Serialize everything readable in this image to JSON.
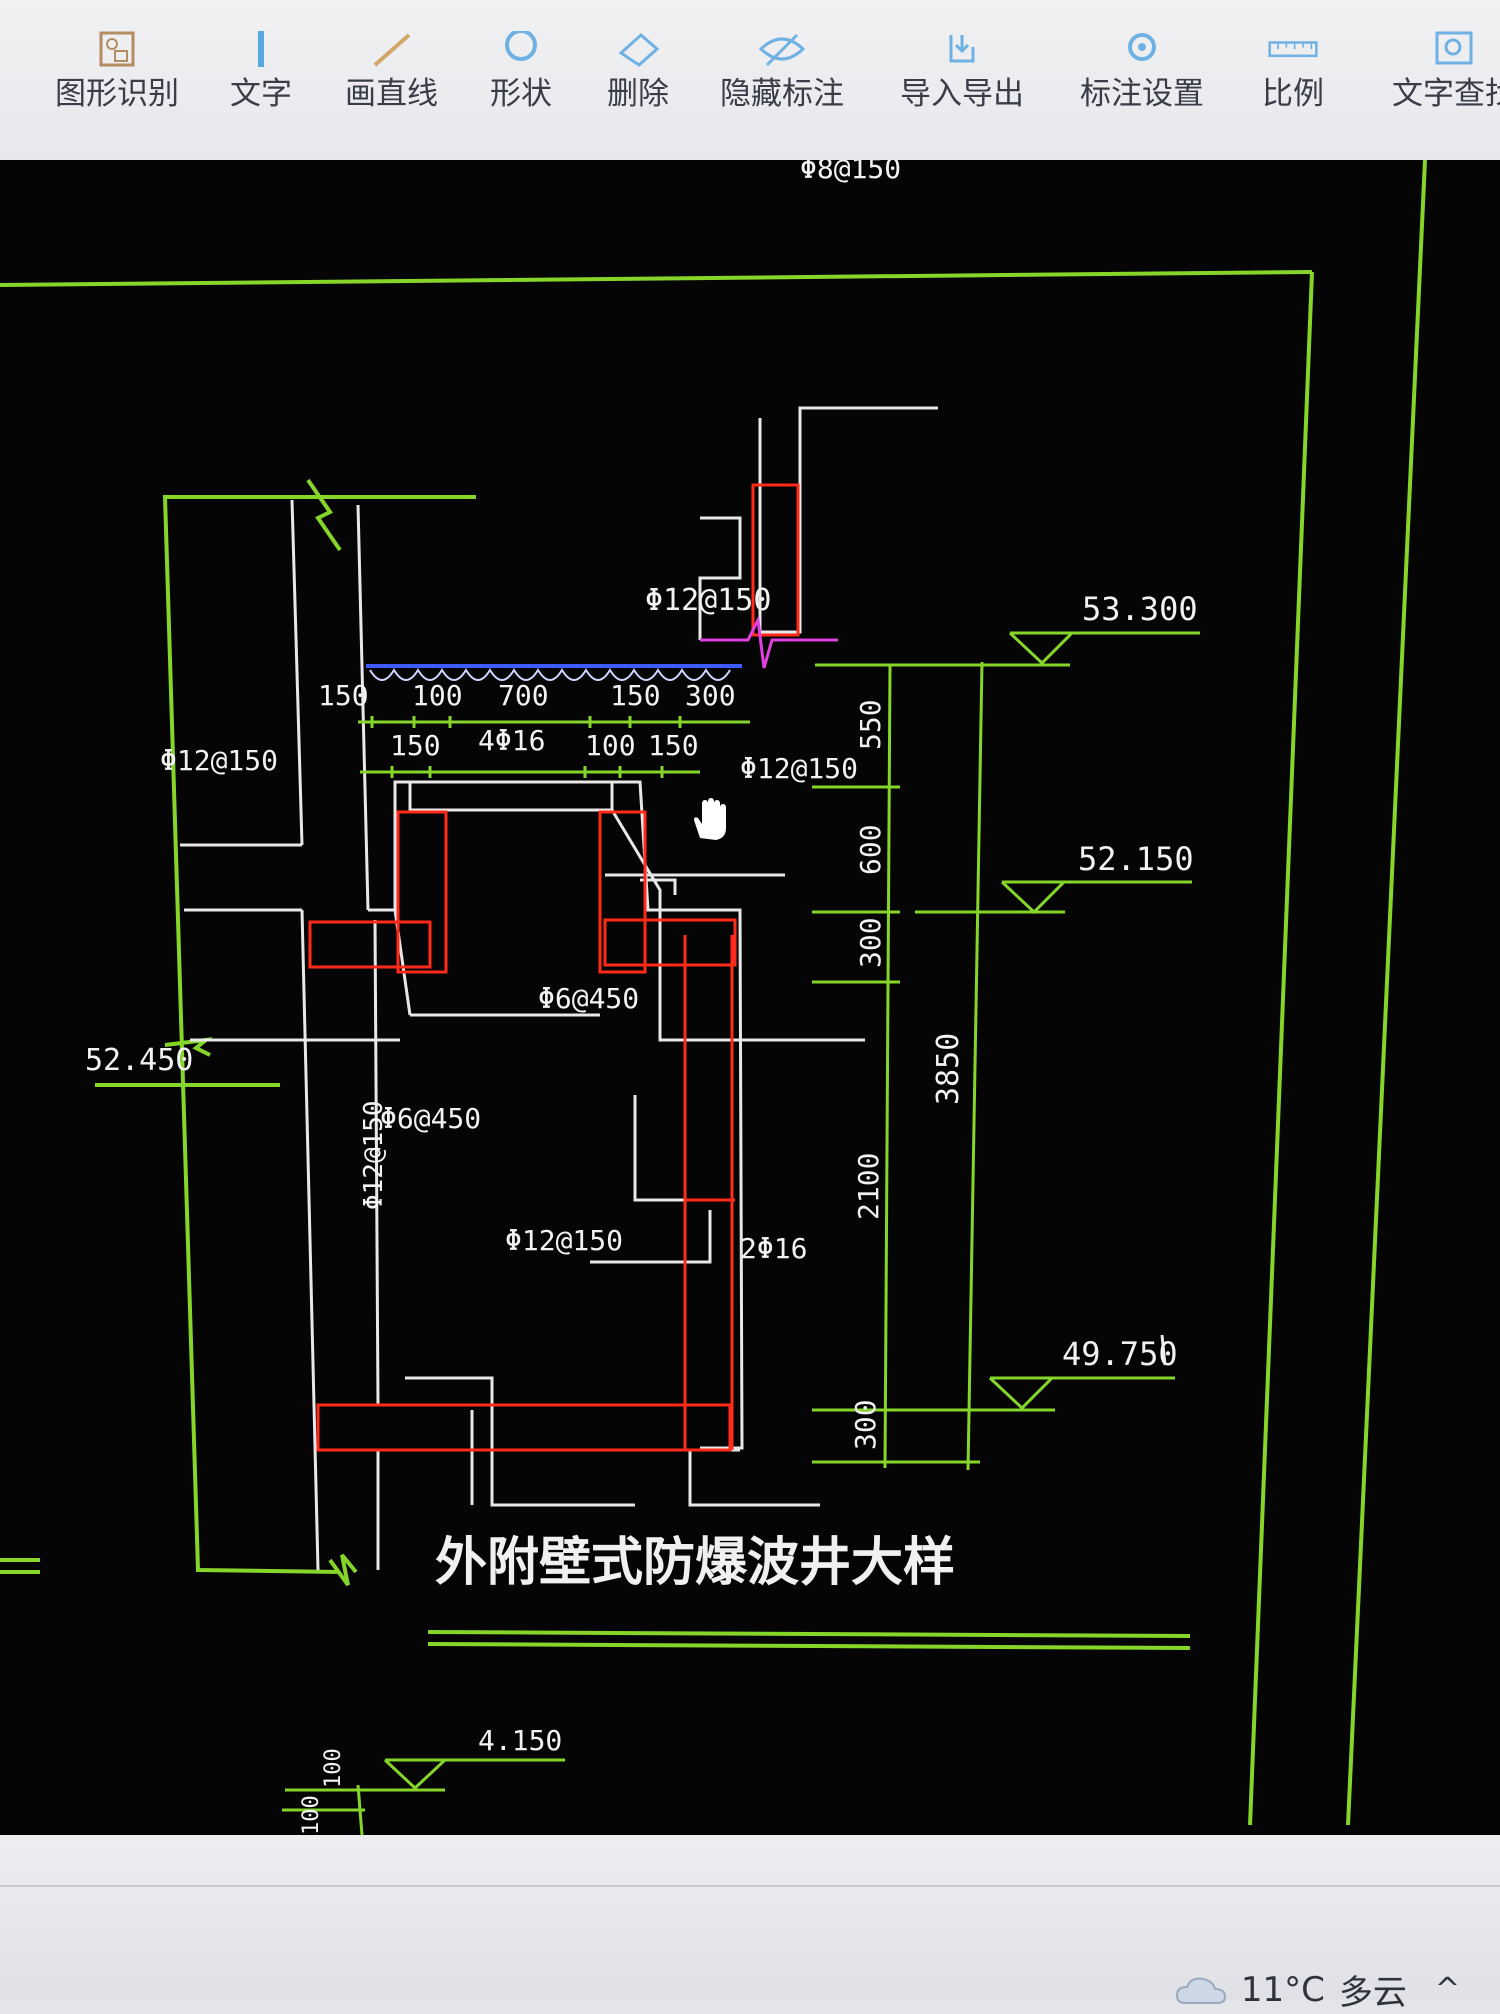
{
  "toolbar": {
    "items": [
      {
        "label": "图形识别",
        "icon": "shape-recognition-icon"
      },
      {
        "label": "文字",
        "icon": "text-icon"
      },
      {
        "label": "画直线",
        "icon": "line-icon"
      },
      {
        "label": "形状",
        "icon": "shape-icon"
      },
      {
        "label": "删除",
        "icon": "eraser-icon"
      },
      {
        "label": "隐藏标注",
        "icon": "hide-annotation-icon"
      },
      {
        "label": "导入导出",
        "icon": "import-export-icon"
      },
      {
        "label": "标注设置",
        "icon": "annotation-settings-icon"
      },
      {
        "label": "比例",
        "icon": "ruler-icon"
      },
      {
        "label": "文字查找",
        "icon": "text-search-icon"
      }
    ]
  },
  "drawing": {
    "title": "外附壁式防爆波井大样",
    "top_rebar_label": "Φ8@150",
    "rebar_labels": {
      "upper_wall": "Φ12@150",
      "left_wall": "Φ12@150",
      "right_top": "Φ12@150",
      "inner_mid": "Φ6@450",
      "inner_left": "Φ6@450",
      "vertical_left": "Φ12@150",
      "bottom_mid": "Φ12@150",
      "corner_bars": "2Φ16"
    },
    "top_dims": [
      "150",
      "100",
      "700",
      "150",
      "300"
    ],
    "second_dims": [
      "150",
      "4Φ16",
      "100",
      "150"
    ],
    "right_dims": [
      "550",
      "600",
      "300",
      "2100",
      "300"
    ],
    "total_dim": "3850",
    "elevations": {
      "top": "53.300",
      "mid": "52.150",
      "bottom": "49.750",
      "left": "52.450",
      "lower": "4.150"
    },
    "lower_dims": [
      "100",
      "100"
    ]
  },
  "status": {
    "temperature": "11°C",
    "weather": "多云",
    "tray_chevron": "^"
  },
  "colors": {
    "frame_green": "#86d62a",
    "wall_white": "#e8e8e8",
    "rebar_red": "#ff2a1a",
    "soil_blue": "#3e5bff",
    "canvas_black": "#050505"
  }
}
